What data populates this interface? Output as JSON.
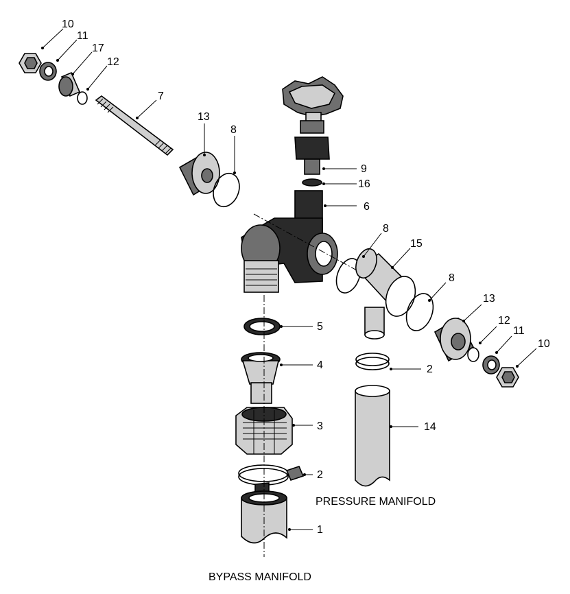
{
  "diagram": {
    "captions": {
      "pressure": "PRESSURE MANIFOLD",
      "bypass": "BYPASS MANIFOLD"
    },
    "callouts": {
      "c10a": "10",
      "c11a": "11",
      "c17": "17",
      "c12a": "12",
      "c7": "7",
      "c13a": "13",
      "c8a": "8",
      "c9": "9",
      "c16": "16",
      "c6": "6",
      "c8b": "8",
      "c15": "15",
      "c8c": "8",
      "c13b": "13",
      "c12b": "12",
      "c11b": "11",
      "c10b": "10",
      "c5": "5",
      "c4": "4",
      "c2a": "2",
      "c3": "3",
      "c14": "14",
      "c2b": "2",
      "c1": "1"
    }
  }
}
